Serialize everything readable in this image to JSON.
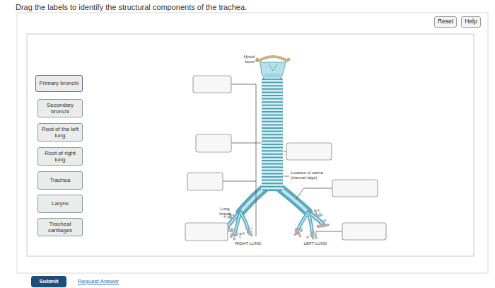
{
  "diagram": {
    "title": "Drag the labels to identify the structural components of the trachea.",
    "nodes": [
      {
        "text": [
          "Reset"
        ]
      },
      {
        "text": [
          "Help"
        ]
      },
      {
        "text": [
          "Primary bronchi"
        ]
      },
      {
        "text": [
          "Secondary bronchi"
        ]
      },
      {
        "text": [
          "Root of the left lung"
        ]
      },
      {
        "text": [
          "Root of right lung"
        ]
      },
      {
        "text": [
          "Trachea"
        ]
      },
      {
        "text": [
          "Larynx"
        ]
      },
      {
        "text": [
          "Tracheal cartilages"
        ]
      },
      {
        "text": [
          "Submit"
        ]
      }
    ],
    "labels": [
      "Hyoid bone",
      "Lung tissue",
      "Location of carina (internal ridge)",
      "RIGHT LUNG",
      "LEFT LUNG",
      "Request Answer"
    ]
  }
}
